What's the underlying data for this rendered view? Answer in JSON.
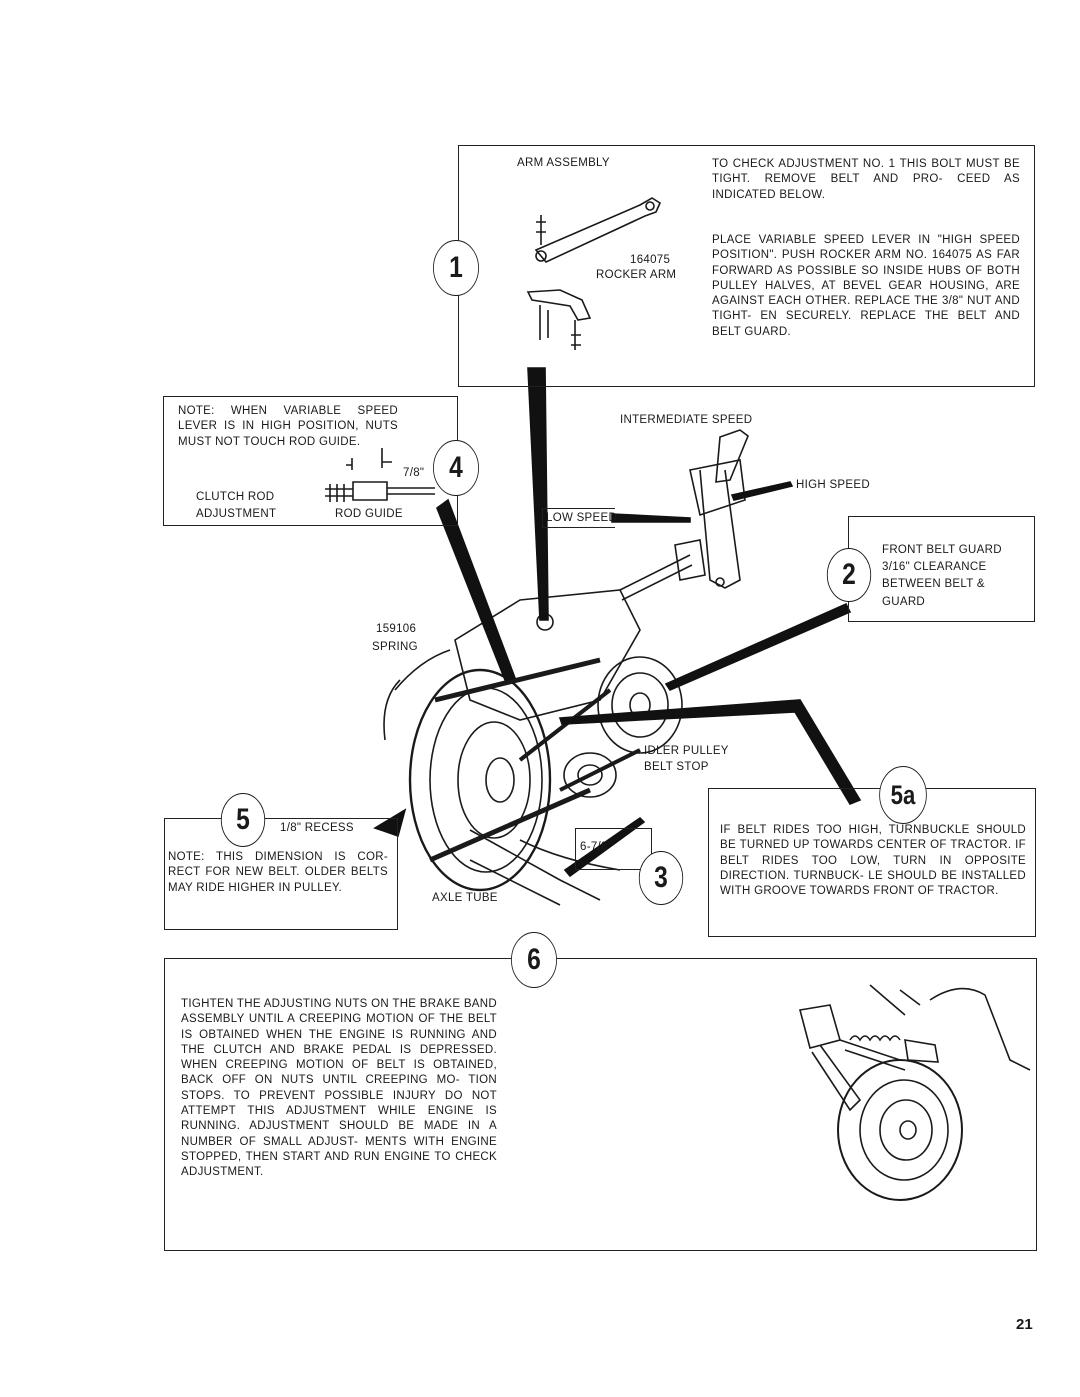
{
  "callouts": {
    "c1": "1",
    "c2": "2",
    "c3": "3",
    "c4": "4",
    "c5": "5",
    "c5a": "5a",
    "c6": "6"
  },
  "step1": {
    "arm_assembly": "ARM ASSEMBLY",
    "part_no": "164075",
    "rocker_arm": "ROCKER ARM",
    "text_a": "TO CHECK ADJUSTMENT NO. 1 THIS BOLT MUST BE TIGHT. REMOVE BELT AND PRO- CEED AS INDICATED BELOW.",
    "text_b": "PLACE VARIABLE SPEED LEVER IN \"HIGH SPEED POSITION\". PUSH ROCKER ARM NO. 164075 AS FAR FORWARD AS POSSIBLE SO INSIDE HUBS OF BOTH PULLEY HALVES, AT BEVEL GEAR HOUSING, ARE AGAINST EACH OTHER. REPLACE THE 3/8\" NUT AND TIGHT- EN SECURELY. REPLACE THE BELT AND BELT GUARD."
  },
  "step4": {
    "note": "NOTE: WHEN VARIABLE SPEED LEVER IS IN HIGH POSITION, NUTS MUST NOT TOUCH ROD GUIDE.",
    "dim": "7/8\"",
    "clutch_rod_1": "CLUTCH ROD",
    "clutch_rod_2": "ADJUSTMENT",
    "rod_guide": "ROD GUIDE"
  },
  "labels": {
    "intermediate_speed": "INTERMEDIATE SPEED",
    "high_speed": "HIGH SPEED",
    "low_speed": "LOW SPEED",
    "spring_no": "159106",
    "spring": "SPRING",
    "idler_pulley": "IDLER PULLEY",
    "belt_stop": "BELT STOP",
    "axle_tube": "AXLE TUBE",
    "dim_3": "6-7/8\""
  },
  "step2": {
    "lines": [
      "FRONT BELT GUARD",
      "3/16\" CLEARANCE",
      "BETWEEN BELT &",
      "GUARD"
    ]
  },
  "step5": {
    "recess": "1/8\" RECESS",
    "note": "NOTE: THIS DIMENSION IS COR- RECT FOR NEW BELT. OLDER BELTS MAY RIDE HIGHER IN PULLEY."
  },
  "step5a": {
    "text": "IF BELT RIDES TOO HIGH, TURNBUCKLE SHOULD BE TURNED UP TOWARDS CENTER OF TRACTOR. IF BELT RIDES TOO LOW, TURN IN OPPOSITE DIRECTION. TURNBUCK- LE SHOULD BE INSTALLED WITH GROOVE TOWARDS FRONT OF TRACTOR."
  },
  "step6": {
    "text": "TIGHTEN THE ADJUSTING NUTS ON THE BRAKE BAND ASSEMBLY UNTIL A CREEPING MOTION OF THE BELT IS OBTAINED WHEN THE ENGINE IS RUNNING AND THE CLUTCH AND BRAKE PEDAL IS DEPRESSED. WHEN CREEPING MOTION OF BELT IS OBTAINED, BACK OFF ON NUTS UNTIL CREEPING MO- TION STOPS. TO PREVENT POSSIBLE INJURY DO NOT ATTEMPT THIS ADJUSTMENT WHILE ENGINE IS RUNNING. ADJUSTMENT SHOULD BE MADE IN A NUMBER OF SMALL ADJUST- MENTS WITH ENGINE STOPPED, THEN START AND RUN ENGINE TO CHECK ADJUSTMENT."
  },
  "page_number": "21"
}
